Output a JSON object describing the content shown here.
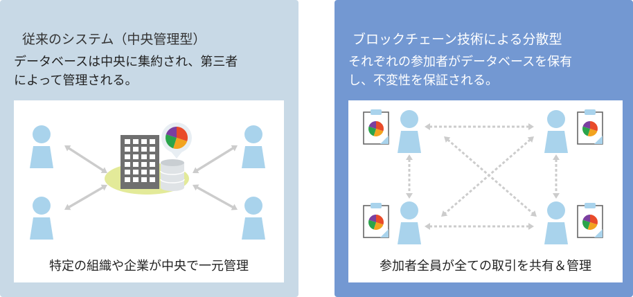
{
  "left": {
    "heading": "従来のシステム（中央管理型）",
    "desc_line1": "データベースは中央に集約され、第三者",
    "desc_line2": "によって管理される。",
    "caption": "特定の組織や企業が中央で一元管理"
  },
  "right": {
    "heading": "ブロックチェーン技術による分散型",
    "desc_line1": "それぞれの参加者がデータベースを保有",
    "desc_line2": "し、不変性を保証される。",
    "caption": "参加者全員が全ての取引を共有＆管理"
  },
  "colors": {
    "left_panel": "#c8d9e6",
    "right_panel": "#7398d2",
    "person": "#a9d3ec",
    "arrow": "#cccccc",
    "ellipse": "#e3ea99",
    "building": "#6f6f6f",
    "pie": [
      "#e94b2a",
      "#f2a31f",
      "#2aa44a",
      "#7b3fa0"
    ]
  },
  "icons": [
    "person-icon",
    "building-icon",
    "database-icon",
    "pie-chart-icon",
    "document-icon",
    "double-arrow-icon"
  ]
}
